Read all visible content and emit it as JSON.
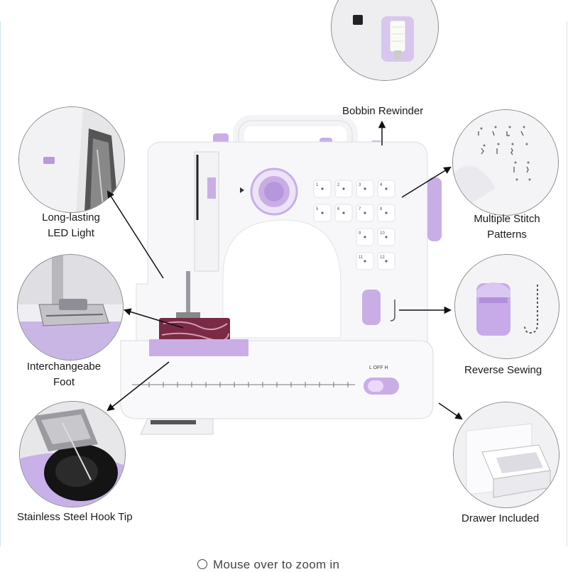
{
  "features": {
    "bobbin_rewinder": "Bobbin Rewinder",
    "led_light": [
      "Long-lasting",
      "LED Light"
    ],
    "stitch_patterns": [
      "Multiple Stitch",
      "Patterns"
    ],
    "foot": [
      "Interchangeabe",
      "Foot"
    ],
    "reverse_sewing": "Reverse Sewing",
    "hook_tip": "Stainless Steel Hook Tip",
    "drawer": "Drawer Included"
  },
  "machine": {
    "switch_label": "L  OFF  H",
    "stitch_numbers": [
      "1",
      "2",
      "3",
      "4",
      "5",
      "6",
      "7",
      "8",
      "9",
      "10",
      "11",
      "12"
    ]
  },
  "zoom_hint": "Mouse over to zoom in",
  "colors": {
    "accent": "#c9aee6",
    "accent_dark": "#9c7cc7",
    "body": "#f7f7fa"
  }
}
